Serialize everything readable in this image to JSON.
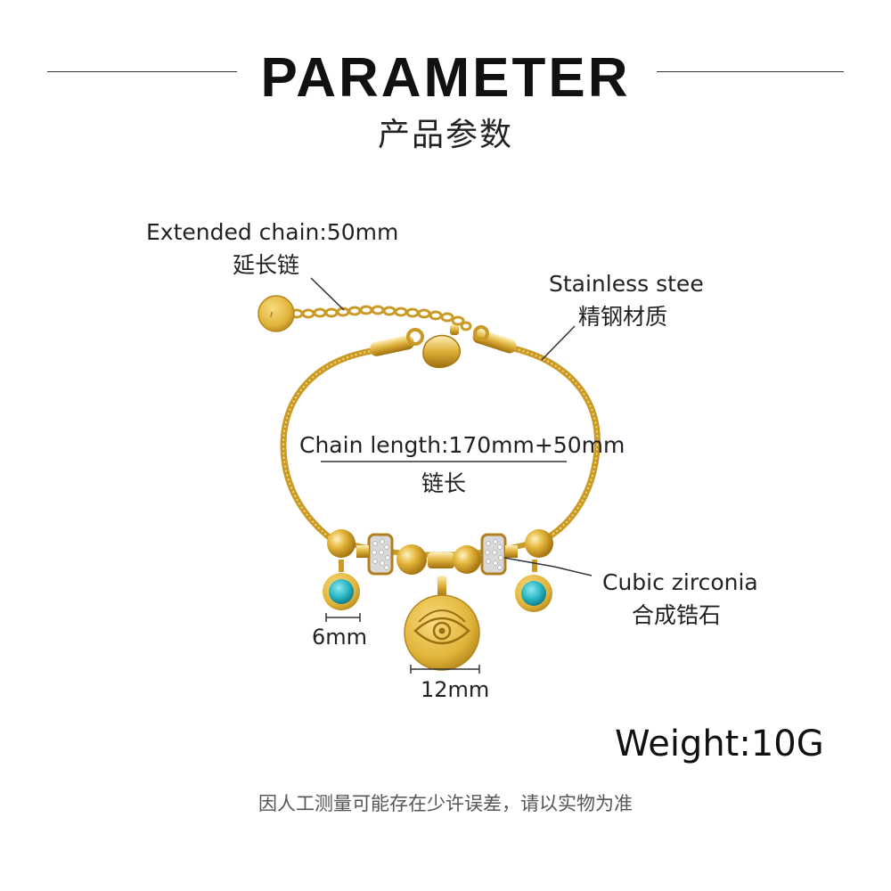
{
  "header": {
    "title": "PARAMETER",
    "subtitle": "产品参数"
  },
  "callouts": {
    "extended_chain": {
      "en": "Extended chain:50mm",
      "cn": "延长链"
    },
    "material": {
      "en": "Stainless stee",
      "cn": "精钢材质"
    },
    "chain_length": {
      "en": "Chain length:170mm+50mm",
      "cn": "链长"
    },
    "stone": {
      "en": "Cubic zirconia",
      "cn": "合成锆石"
    }
  },
  "dimensions": {
    "small_charm": "6mm",
    "pendant": "12mm"
  },
  "weight": "Weight:10G",
  "footnote": "因人工测量可能存在少许误差，请以实物为准",
  "colors": {
    "gold": "#e0b43a",
    "gold_dark": "#b38418",
    "turquoise": "#27b7c4",
    "line": "#333333"
  }
}
